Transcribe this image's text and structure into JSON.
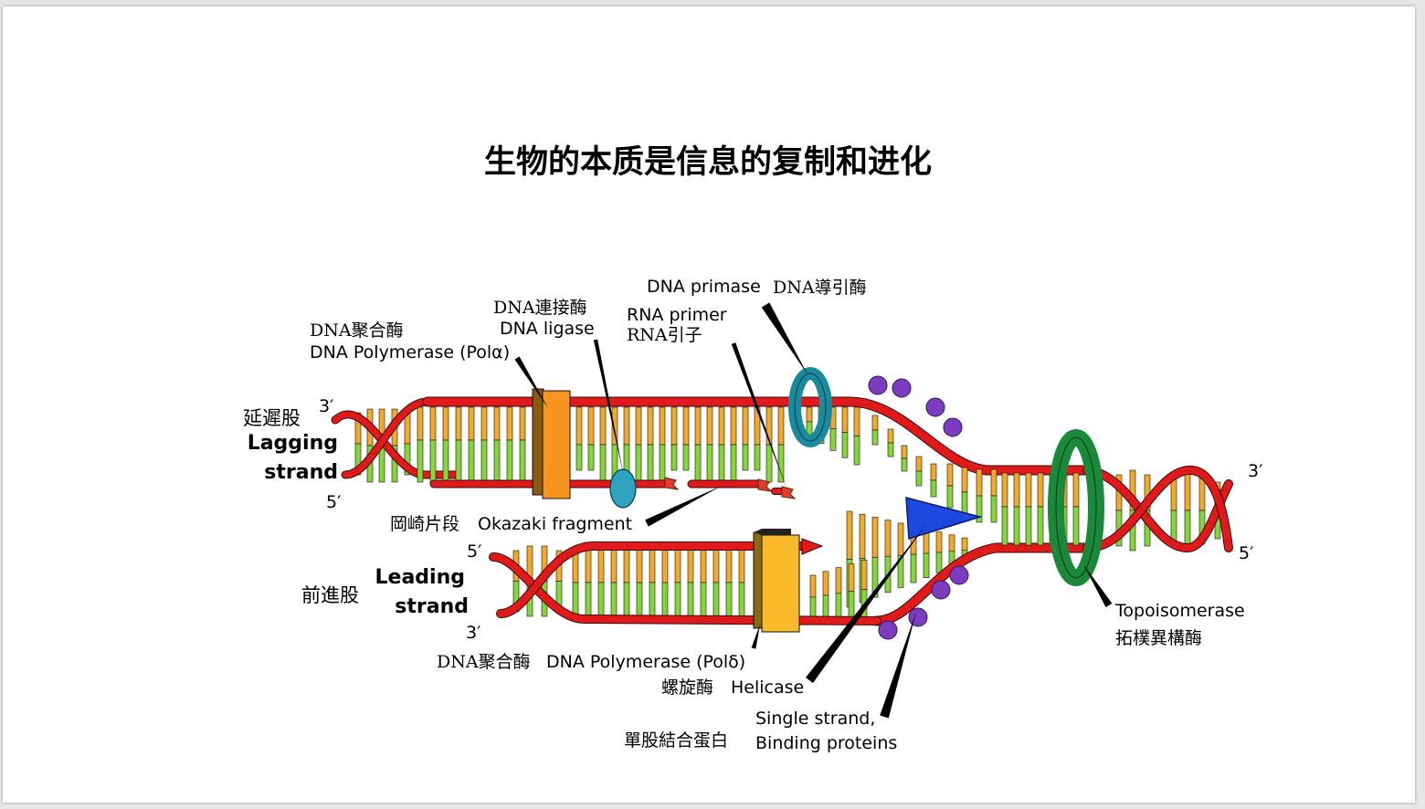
{
  "title": "生物的本质是信息的复制和进化",
  "colors": {
    "backbone": "#e01a1a",
    "base_orange": "#f3a92a",
    "base_green": "#86d63a",
    "lagging_label": "#a31515",
    "pol_alpha": "#f7941d",
    "pol_delta": "#f9b928",
    "ligase": "#2fa3c0",
    "primase": "#1b8a9f",
    "primer": "#e0402a",
    "helicase": "#1e49e0",
    "topoisomerase": "#1a8a3a",
    "ssb": "#7b3cc0"
  },
  "labels": {
    "pol_alpha_cn": "DNA聚合酶",
    "pol_alpha_en": "DNA Polymerase (Polα)",
    "ligase_cn": "DNA連接酶",
    "ligase_en": "DNA ligase",
    "rna_primer_en": "RNA primer",
    "rna_primer_cn": "RNA引子",
    "primase_en": "DNA primase",
    "primase_cn": "DNA導引酶",
    "lagging_cn": "延遲股",
    "lagging_en_1": "Lagging",
    "lagging_en_2": "strand",
    "lagging_3prime": "3′",
    "lagging_5prime": "5′",
    "okazaki_cn": "岡崎片段",
    "okazaki_en": "Okazaki fragment",
    "leading_5prime": "5′",
    "leading_cn": "前進股",
    "leading_en_1": "Leading",
    "leading_en_2": "strand",
    "leading_3prime": "3′",
    "pol_delta_cn": "DNA聚合酶",
    "pol_delta_en": "DNA Polymerase (Polδ)",
    "helicase_cn": "螺旋酶",
    "helicase_en": "Helicase",
    "ssb_en_1": "Single strand,",
    "ssb_en_2": "Binding proteins",
    "ssb_cn": "單股結合蛋白",
    "right_3prime": "3′",
    "right_5prime": "5′",
    "topo_en": "Topoisomerase",
    "topo_cn": "拓樸異構酶"
  }
}
